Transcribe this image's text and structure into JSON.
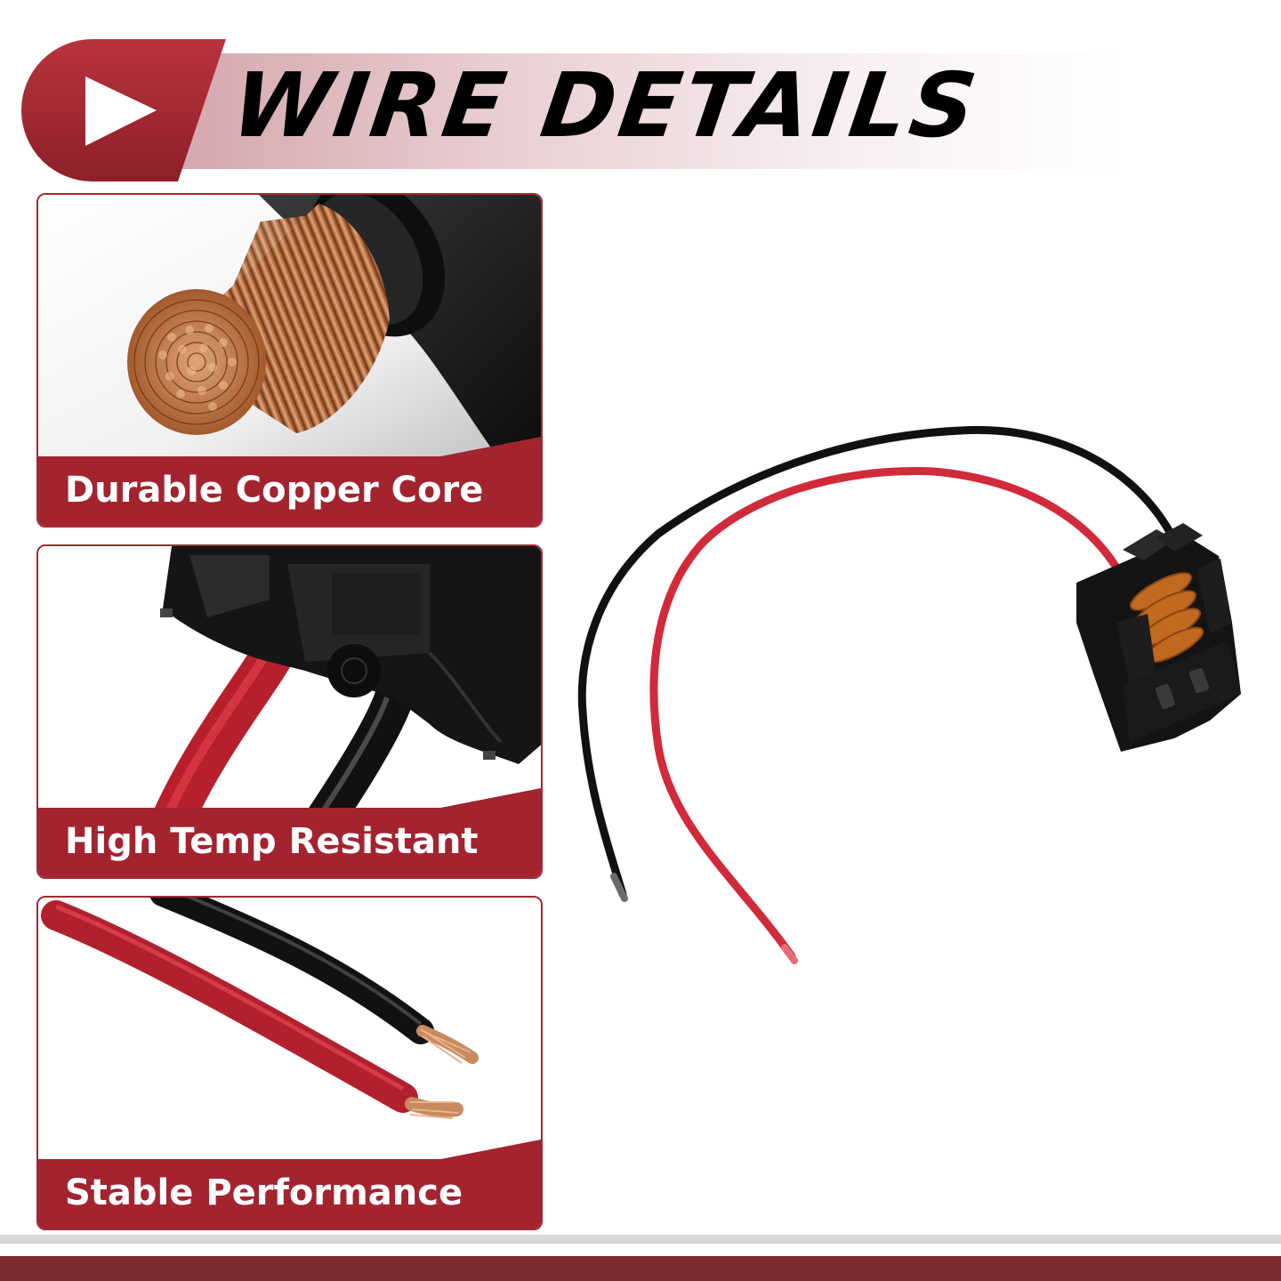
{
  "header": {
    "title": "WIRE DETAILS",
    "badge_icon": "play-arrow-icon"
  },
  "features": [
    {
      "label": "Durable Copper Core",
      "image": "copper-strand-closeup"
    },
    {
      "label": "High Temp Resistant",
      "image": "connector-closeup"
    },
    {
      "label": "Stable Performance",
      "image": "stripped-wire-ends"
    }
  ],
  "product": {
    "image": "two-wire-pigtail-connector"
  },
  "colors": {
    "brand_red": "#a3232f",
    "dark_red": "#7c2a31",
    "wire_red": "#d12a3a",
    "wire_black": "#111111",
    "copper": "#c98a5e",
    "connector_orange": "#c0691f"
  }
}
